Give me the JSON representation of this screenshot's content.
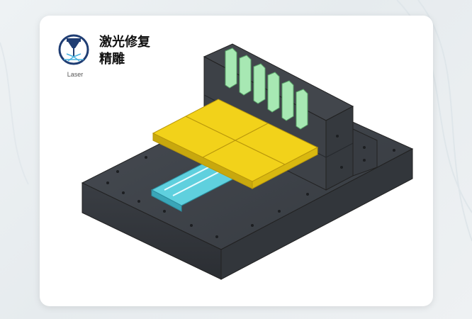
{
  "title": {
    "line1": "激光修复",
    "line2": "精雕"
  },
  "logo": {
    "caption": "Laser",
    "icon": "laser-icon"
  },
  "illustration": {
    "subject": "granite-base-machine",
    "colors": {
      "granite": "#3c4046",
      "granite_light": "#5a5f66",
      "plate": "#f2d21a",
      "plate_shadow": "#c8a80e",
      "fingers": "#a7e8b3",
      "stage": "#5fd0de"
    }
  }
}
